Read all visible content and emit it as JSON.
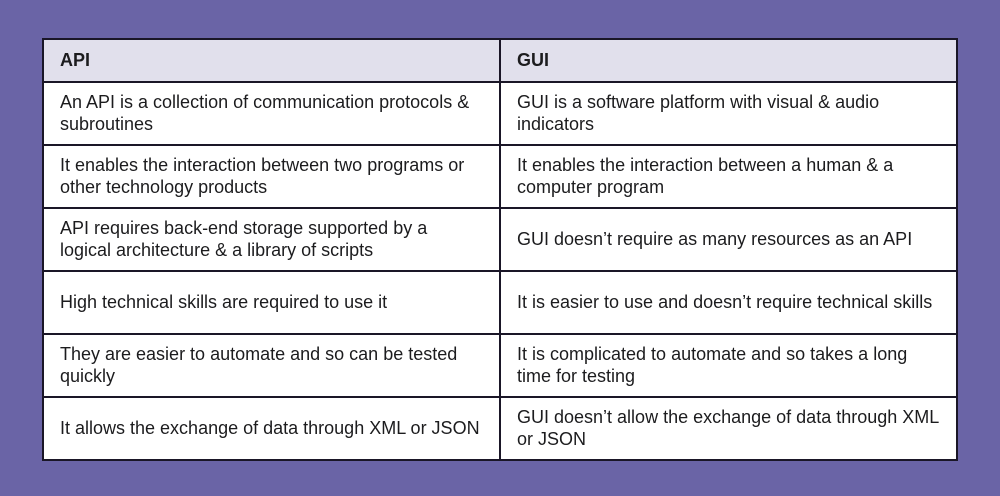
{
  "theme": {
    "page_bg": "#6A64A6",
    "header_bg": "#E1E0EC",
    "body_bg": "#FFFFFF",
    "border_color": "#1A1627",
    "text_color": "#1C1C1E"
  },
  "chart_data": {
    "type": "table",
    "columns": [
      "API",
      "GUI"
    ],
    "rows": [
      [
        "An API is a collection of communication protocols & subroutines",
        "GUI is a software platform with visual & audio indicators"
      ],
      [
        "It enables the interaction between two programs or other technology products",
        "It enables the interaction between a human & a computer program"
      ],
      [
        "API requires back-end storage supported by a logical architecture & a library of scripts",
        "GUI doesn’t require as many resources as an API"
      ],
      [
        "High technical skills are required to use it",
        "It is easier to use and doesn’t require technical skills"
      ],
      [
        "They are easier to automate and so can be tested quickly",
        "It is complicated to automate and so takes a long time for testing"
      ],
      [
        "It allows the exchange of data through XML or JSON",
        "GUI doesn’t allow the exchange of data through XML or JSON"
      ]
    ]
  }
}
